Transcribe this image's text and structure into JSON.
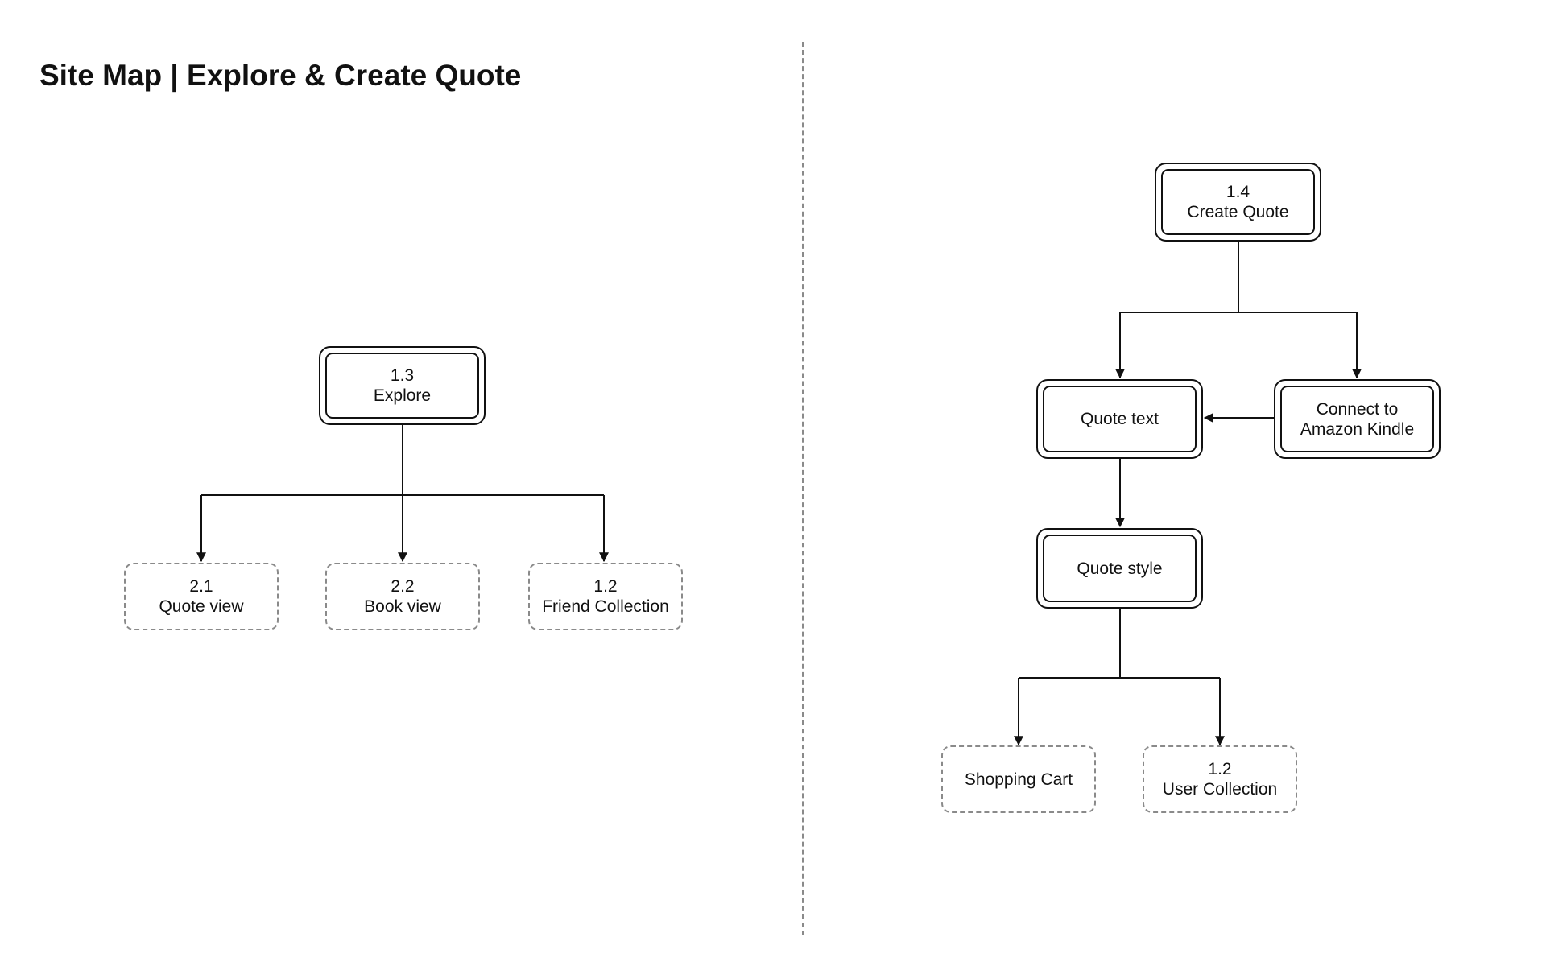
{
  "title": "Site Map | Explore & Create Quote",
  "nodes": {
    "explore": {
      "number": "1.3",
      "label": "Explore"
    },
    "quote_view": {
      "number": "2.1",
      "label": "Quote view"
    },
    "book_view": {
      "number": "2.2",
      "label": "Book view"
    },
    "friend_collection": {
      "number": "1.2",
      "label": "Friend Collection"
    },
    "create_quote": {
      "number": "1.4",
      "label": "Create Quote"
    },
    "quote_text": {
      "label": "Quote text"
    },
    "connect_kindle": {
      "line1": "Connect to",
      "line2": "Amazon Kindle"
    },
    "quote_style": {
      "label": "Quote style"
    },
    "shopping_cart": {
      "label": "Shopping Cart"
    },
    "user_collection": {
      "number": "1.2",
      "label": "User Collection"
    }
  },
  "colors": {
    "stroke": "#111111",
    "dashed": "#8a8a8a"
  }
}
